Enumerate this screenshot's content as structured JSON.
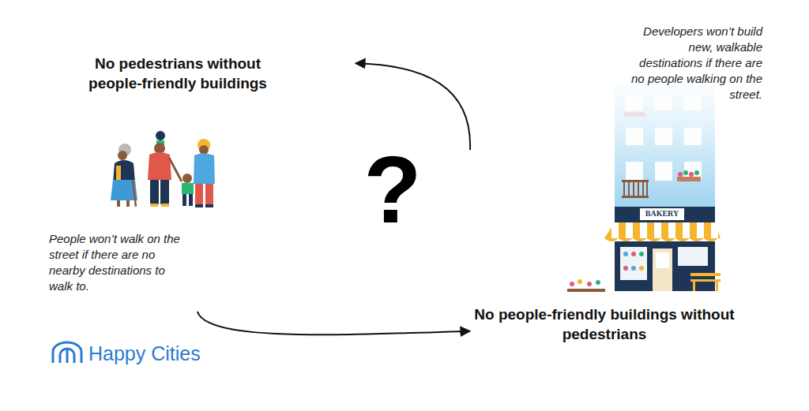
{
  "diagram": {
    "nodes": [
      {
        "text": [
          "No pedestrians without people-friendly buildings",
          "People won’t walk on the street if there are no nearby destinations to walk to."
        ]
      },
      {
        "text": [
          "Developers won’t build new, walkable destinations if there are no people walking on the street.",
          "No people-friendly buildings without pedestrians"
        ]
      }
    ],
    "edges": [
      {
        "from": 0,
        "to": 1,
        "arrow": "to"
      },
      {
        "from": 1,
        "to": 0,
        "arrow": "to"
      }
    ],
    "labels": [
      "?",
      "BAKERY",
      "Happy Cities"
    ]
  }
}
